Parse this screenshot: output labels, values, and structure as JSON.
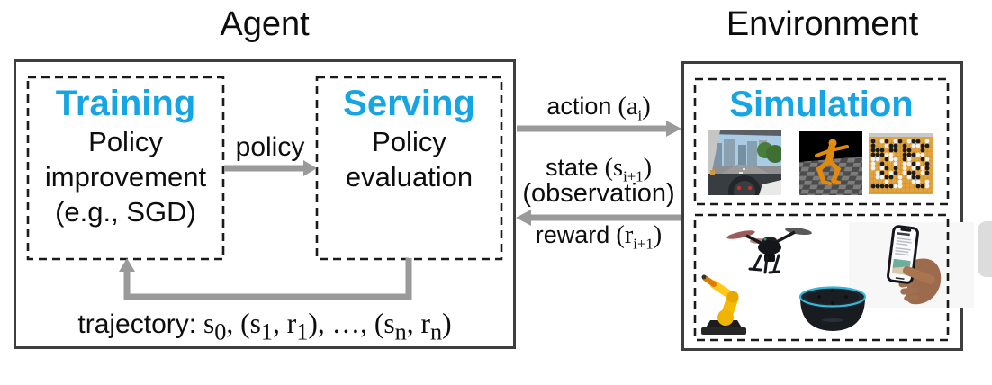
{
  "titles": {
    "agent": "Agent",
    "environment": "Environment"
  },
  "agent": {
    "training": {
      "heading": "Training",
      "lines": [
        "Policy",
        "improvement",
        "(e.g., SGD)"
      ]
    },
    "serving": {
      "heading": "Serving",
      "lines": [
        "Policy",
        "evaluation"
      ]
    },
    "policy_arrow_label": "policy",
    "trajectory": {
      "label": "trajectory:",
      "segments": [
        {
          "t": " s"
        },
        {
          "sub": "0"
        },
        {
          "t": ", (s"
        },
        {
          "sub": "1"
        },
        {
          "t": ", r"
        },
        {
          "sub": "1"
        },
        {
          "t": "), …, (s"
        },
        {
          "sub": "n"
        },
        {
          "t": ", r"
        },
        {
          "sub": "n"
        },
        {
          "t": ")"
        }
      ]
    }
  },
  "channel": {
    "action": {
      "word": "action",
      "mathOpen": " (a",
      "sub": "i",
      "mathClose": ")"
    },
    "state": {
      "word": "state",
      "mathOpen": " (s",
      "sub": "i+1",
      "mathClose": ")"
    },
    "observation": "(observation)",
    "reward": {
      "word": "reward",
      "mathOpen": " (r",
      "sub": "i+1",
      "mathClose": ")"
    }
  },
  "environment": {
    "simulation": {
      "heading": "Simulation",
      "image_names": [
        "driving-simulator",
        "humanoid-runner",
        "go-board"
      ]
    },
    "devices": {
      "image_names": [
        "drone",
        "robot-arm",
        "echo-dot",
        "smartphone-in-hand"
      ]
    }
  },
  "colors": {
    "accent": "#16a5e4",
    "arrow": "#9a9a9a",
    "box_border": "#3e3e3e",
    "dash_border": "#1a1a1a"
  }
}
